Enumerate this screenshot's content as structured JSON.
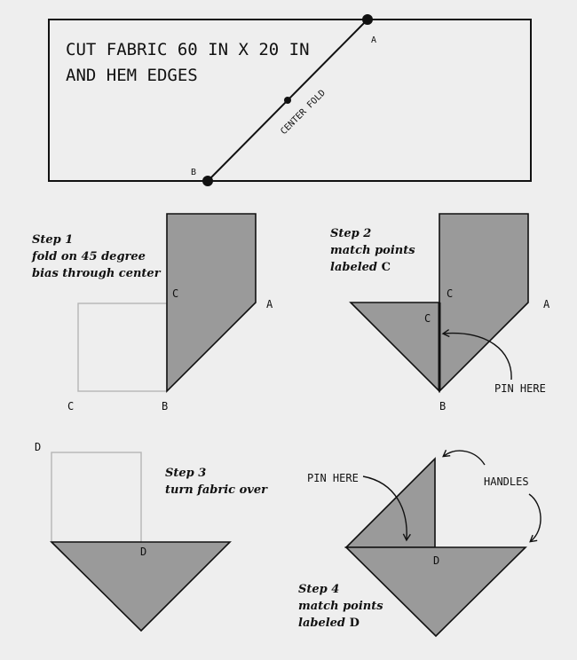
{
  "header": {
    "title_line1": "CUT FABRIC 60 IN X 20 IN",
    "title_line2": "AND HEM EDGES",
    "center_fold": "CENTER FOLD",
    "point_a": "A",
    "point_b": "B"
  },
  "step1": {
    "title": "Step 1",
    "line1": "fold on 45 degree",
    "line2": "bias through center",
    "label_c_top": "C",
    "label_c_bottom": "C",
    "label_b": "B",
    "label_a": "A"
  },
  "step2": {
    "title": "Step 2",
    "line1": "match points",
    "line2_prefix": "labeled ",
    "line2_emph": "C",
    "label_c_top": "C",
    "label_c_inner": "C",
    "label_b": "B",
    "label_a": "A",
    "pin": "PIN HERE"
  },
  "step3": {
    "title": "Step 3",
    "line1": "turn fabric over",
    "label_d_top": "D",
    "label_d_bottom": "D"
  },
  "step4": {
    "title": "Step 4",
    "line1": "match points",
    "line2_prefix": "labeled ",
    "line2_emph": "D",
    "label_d": "D",
    "pin": "PIN HERE",
    "handles": "HANDLES"
  },
  "colors": {
    "background": "#eeeeee",
    "fabric_fill": "#9a9a9a",
    "outline": "#111111",
    "ghost_outline": "#b5b5b5"
  }
}
